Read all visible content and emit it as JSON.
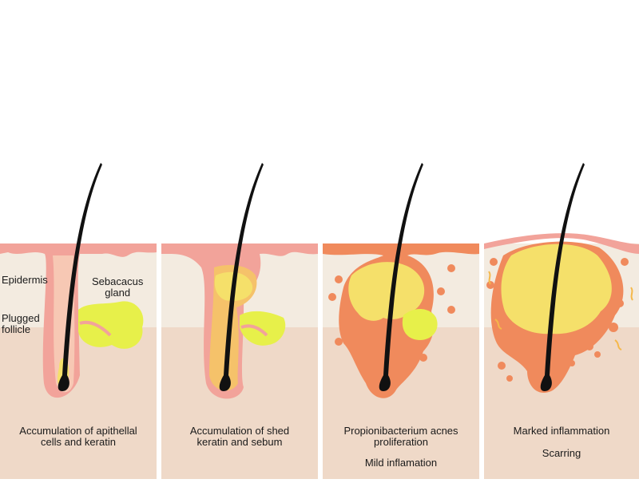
{
  "labels": {
    "epidermis": "Epidermis",
    "sebaceous_gland": [
      "Sebacacus",
      "gland"
    ],
    "plugged_follicle": [
      "Plugged",
      "follicle"
    ]
  },
  "stages": [
    {
      "caption": [
        "Accumulation of apithellal",
        "cells and keratin"
      ]
    },
    {
      "caption": [
        "Accumulation of shed",
        "keratin and sebum"
      ]
    },
    {
      "caption": [
        "Propionibacterium acnes",
        "proliferation"
      ],
      "note": "Mild inflamation"
    },
    {
      "caption": [
        "Marked inflammation"
      ],
      "note": "Scarring"
    }
  ],
  "colors": {
    "epidermis": "#f3ebe0",
    "dermis": "#efd9c8",
    "follicle_pink": "#f2a39a",
    "follicle_light": "#f7c8b4",
    "sebum_yellow": "#e7f04a",
    "plug_yellow": "#f5e06a",
    "inflamed_orange": "#f08a5c",
    "hair": "#111111"
  }
}
